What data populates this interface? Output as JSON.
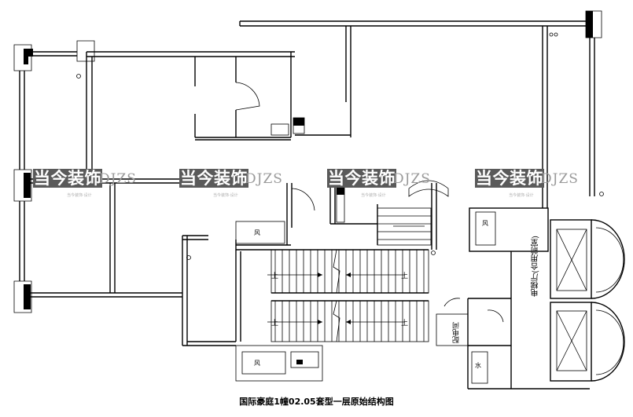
{
  "caption": "国际豪庭1幢02.05套型一层原始结构图",
  "watermark": {
    "brand_cn": "当今装饰",
    "brand_en": "DJZS",
    "subtitle": "当今装饰·设计"
  },
  "labels": {
    "elevator_hall": "电梯厅(合用前室)",
    "distribution_room": "配电间",
    "stair_up": "上",
    "wind": "风",
    "water": "水"
  }
}
